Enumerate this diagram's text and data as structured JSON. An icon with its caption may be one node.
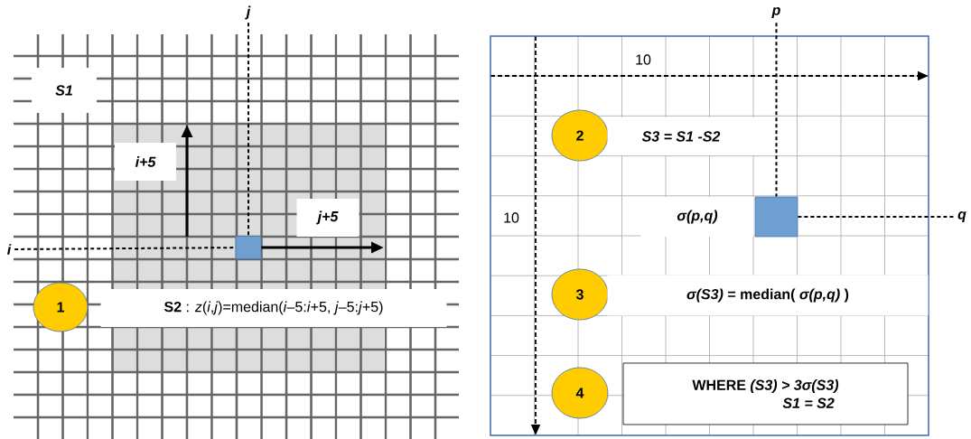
{
  "diagram": {
    "nodes": [
      {
        "text": [
          "S1"
        ]
      },
      {
        "text": [
          "1"
        ]
      },
      {
        "text": [
          "**S2** : *z*(*i*,*j*)=median(*i*–5:*i*+5, *j*–5:*j*+5)"
        ]
      },
      {
        "text": [
          "i+5"
        ]
      },
      {
        "text": [
          "j+5"
        ]
      },
      {
        "text": [],
        "shape": "box"
      },
      {
        "text": [
          "j"
        ]
      },
      {
        "text": [
          "i"
        ]
      },
      {
        "text": [],
        "shape": "box"
      },
      {
        "text": [
          "2"
        ],
        "in": 8
      },
      {
        "text": [
          "S3 = S1 -S2"
        ],
        "in": 8
      },
      {
        "text": [
          "σ(p,q)"
        ],
        "in": 8
      },
      {
        "text": [],
        "shape": "box",
        "in": 8
      },
      {
        "text": [
          "3"
        ],
        "in": 8
      },
      {
        "text": [
          "*σ(S3)* = median( *σ(p,q)* )"
        ],
        "in": 8
      },
      {
        "text": [
          "4"
        ],
        "in": 8
      },
      {
        "text": [
          "WHERE *(S3) > 3σ(S3)*",
          "S1 = S2"
        ],
        "in": 8
      },
      {
        "text": [
          "p"
        ]
      },
      {
        "text": [
          "q"
        ]
      }
    ],
    "edges": [
      {
        "from": 6,
        "to": 5,
        "arrow": "none",
        "style": "dashed"
      },
      {
        "from": 7,
        "to": 5,
        "arrow": "none",
        "style": "dashed"
      },
      {
        "from": 5,
        "to": null,
        "arrow": "to"
      },
      {
        "from": 17,
        "to": 12,
        "arrow": "none",
        "style": "dashed"
      },
      {
        "from": 12,
        "to": 18,
        "arrow": "none",
        "style": "dashed"
      }
    ],
    "labels": [
      "10",
      "10"
    ]
  }
}
